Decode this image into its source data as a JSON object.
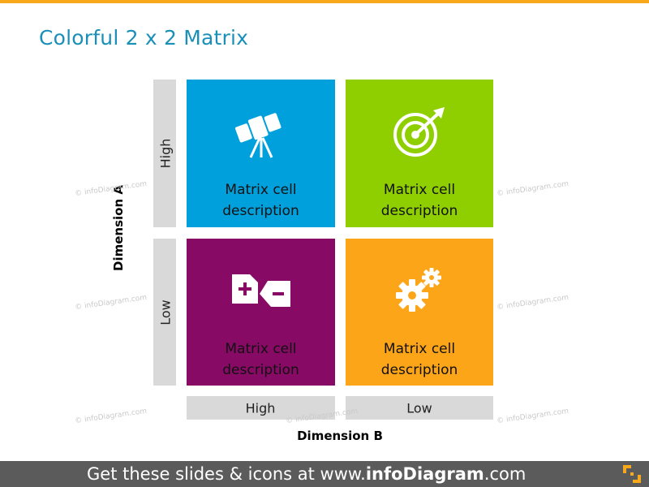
{
  "title": "Colorful 2 x 2 Matrix",
  "axes": {
    "vertical": {
      "label": "Dimension A",
      "high": "High",
      "low": "Low"
    },
    "horizontal": {
      "label": "Dimension B",
      "high": "High",
      "low": "Low"
    }
  },
  "cells": [
    {
      "line1": "Matrix cell",
      "line2": "description",
      "color": "#00a0dc",
      "icon": "telescope-icon"
    },
    {
      "line1": "Matrix cell",
      "line2": "description",
      "color": "#8fcf00",
      "icon": "target-icon"
    },
    {
      "line1": "Matrix cell",
      "line2": "description",
      "color": "#870a65",
      "icon": "pros-cons-icon"
    },
    {
      "line1": "Matrix cell",
      "line2": "description",
      "color": "#fca518",
      "icon": "gears-icon"
    }
  ],
  "watermark": "© infoDiagram.com",
  "footer": {
    "prefix": "Get these slides & icons at www.",
    "brand": "infoDiagram",
    "suffix": ".com"
  },
  "colors": {
    "accent": "#f7a81b",
    "title": "#1a8fb8",
    "axis_bar": "#d9d9d9",
    "footer_bg": "#5b5b5b"
  }
}
